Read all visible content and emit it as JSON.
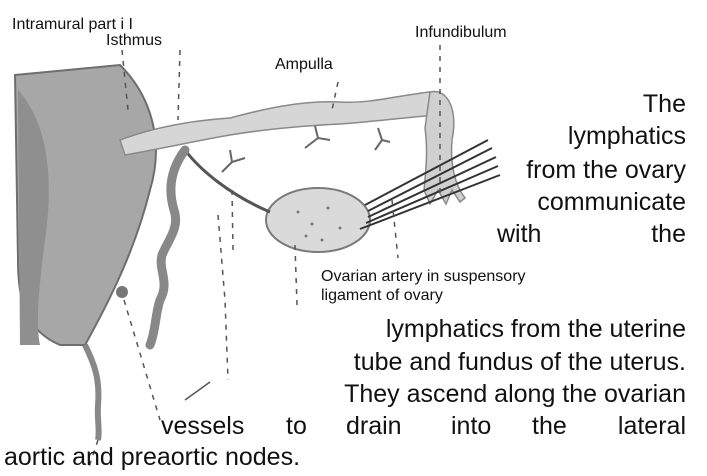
{
  "labels": {
    "intramural": "Intramural part i I",
    "isthmus": "Isthmus",
    "ampulla": "Ampulla",
    "infundibulum": "Infundibulum",
    "ovarian_artery_1": "Ovarian artery in suspensory",
    "ovarian_artery_2": "ligament of ovary"
  },
  "body_text": {
    "line1": "The",
    "line2": "lymphatics",
    "line3": "from the ovary",
    "line4": "communicate",
    "line5a": "with",
    "line5b": "the",
    "line6": "lymphatics from the uterine",
    "line7": "tube and fundus of the uterus.",
    "line8": "They ascend along the ovarian",
    "line9a": "vessels",
    "line9b": "to",
    "line9c": "drain",
    "line9d": "into",
    "line9e": "the",
    "line9f": "lateral",
    "line10": "aortic and preaortic nodes."
  }
}
